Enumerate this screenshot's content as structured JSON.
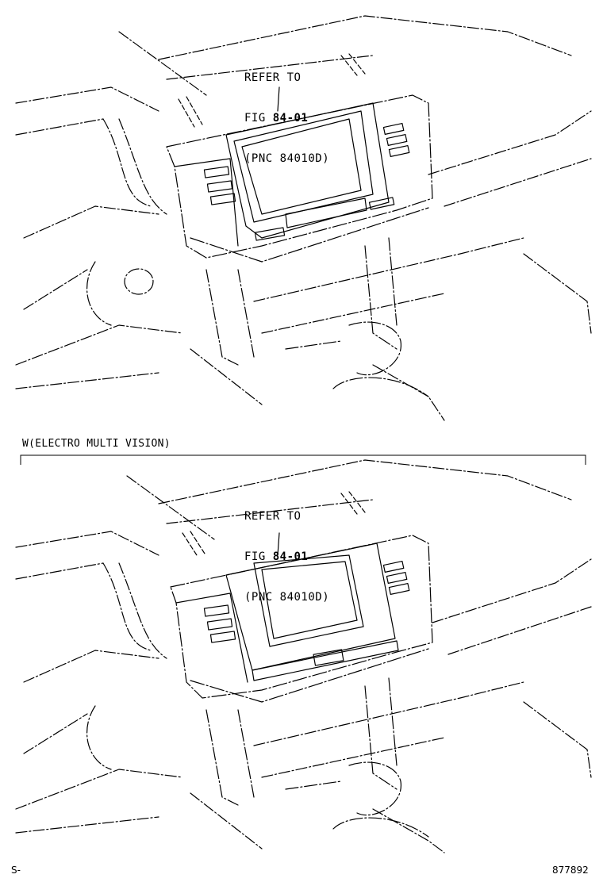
{
  "panels": [
    {
      "id": "top",
      "callout": {
        "line1": "REFER TO",
        "fig_prefix": "FIG ",
        "fig_number": "84-01",
        "pnc": "(PNC 84010D)"
      }
    },
    {
      "id": "bottom",
      "variant_label": "W(ELECTRO MULTI VISION)",
      "callout": {
        "line1": "REFER TO",
        "fig_prefix": "FIG ",
        "fig_number": "84-01",
        "pnc": "(PNC 84010D)"
      }
    }
  ],
  "footer": {
    "left_mark": "S-",
    "drawing_number": "877892"
  },
  "icons": {
    "stroke_color": "#000000",
    "background": "#ffffff"
  }
}
